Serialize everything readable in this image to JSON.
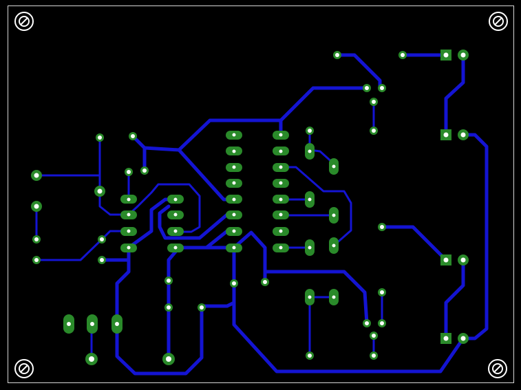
{
  "board": {
    "colors": {
      "background": "#000000",
      "outline": "#d8d8d8",
      "trace": "#1414d2",
      "pad": "#2a8a2a",
      "drill": "#ffffff"
    },
    "mounting_holes": [
      "mounting-hole-top-left",
      "mounting-hole-top-right",
      "mounting-hole-bottom-left",
      "mounting-hole-bottom-right"
    ]
  }
}
